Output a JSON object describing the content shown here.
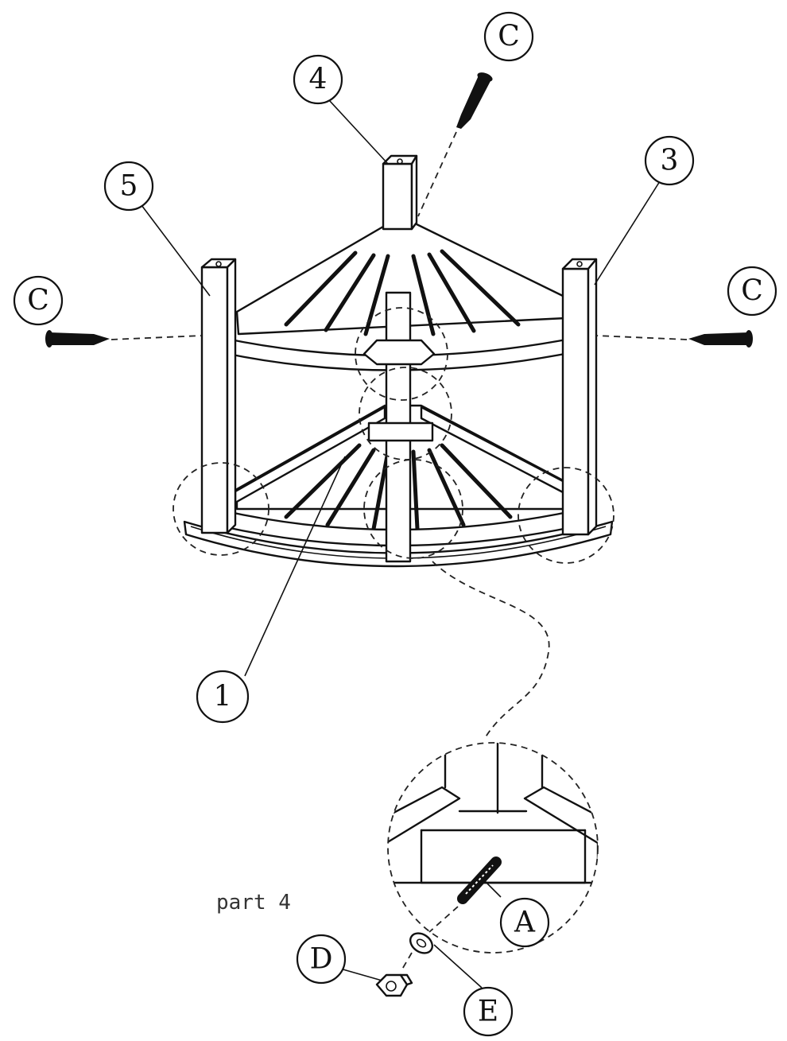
{
  "callouts": {
    "part1": "1",
    "part3": "3",
    "part4": "4",
    "part5": "5",
    "screw_top": "C",
    "screw_left": "C",
    "screw_right": "C",
    "bolt": "A",
    "nut": "D",
    "washer": "E"
  },
  "caption": "part 4"
}
